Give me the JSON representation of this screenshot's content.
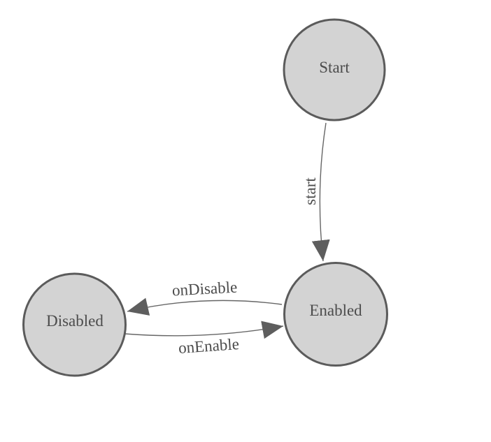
{
  "diagram": {
    "type": "state-machine",
    "background_color": "#ffffff",
    "node_fill_color": "#d3d3d3",
    "node_border_color": "#5b5b5b",
    "edge_line_color": "#666666",
    "arrowhead_color": "#5e5e5e",
    "label_color": "#4c4c4c",
    "nodes": [
      {
        "id": "start",
        "label": "Start"
      },
      {
        "id": "enabled",
        "label": "Enabled"
      },
      {
        "id": "disabled",
        "label": "Disabled"
      }
    ],
    "edges": [
      {
        "from": "Start",
        "to": "Enabled",
        "label": "start"
      },
      {
        "from": "Enabled",
        "to": "Disabled",
        "label": "onDisable"
      },
      {
        "from": "Disabled",
        "to": "Enabled",
        "label": "onEnable"
      }
    ]
  }
}
